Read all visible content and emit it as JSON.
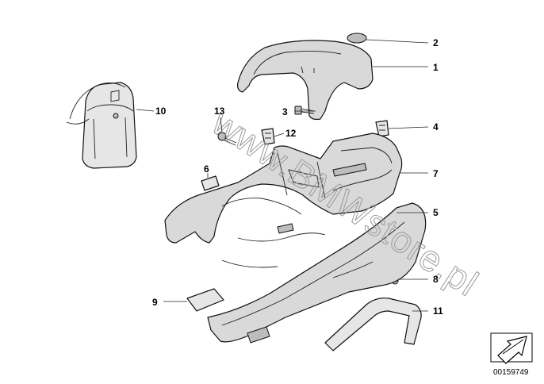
{
  "callouts": [
    {
      "id": "1",
      "text": "1"
    },
    {
      "id": "2",
      "text": "2"
    },
    {
      "id": "3",
      "text": "3"
    },
    {
      "id": "4",
      "text": "4"
    },
    {
      "id": "5",
      "text": "5"
    },
    {
      "id": "6",
      "text": "6"
    },
    {
      "id": "7",
      "text": "7"
    },
    {
      "id": "8",
      "text": "8"
    },
    {
      "id": "9",
      "text": "9"
    },
    {
      "id": "10",
      "text": "10"
    },
    {
      "id": "11",
      "text": "11"
    },
    {
      "id": "12",
      "text": "12"
    },
    {
      "id": "13",
      "text": "13"
    }
  ],
  "watermark": "www.BMWstore.pl",
  "doc_number": "00159749",
  "nav_icon": "arrow-down-left-icon"
}
